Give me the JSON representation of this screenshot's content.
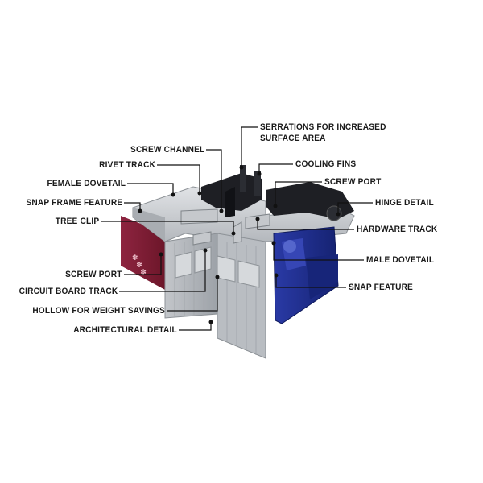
{
  "labels": {
    "serrations_line1": "SERRATIONS FOR INCREASED",
    "serrations_line2": "SURFACE AREA",
    "screw_channel": "SCREW CHANNEL",
    "rivet_track": "RIVET TRACK",
    "cooling_fins": "COOLING FINS",
    "female_dovetail": "FEMALE DOVETAIL",
    "screw_port_right": "SCREW PORT",
    "snap_frame_feature": "SNAP FRAME FEATURE",
    "hinge_detail": "HINGE DETAIL",
    "tree_clip": "TREE CLIP",
    "hardware_track": "HARDWARE TRACK",
    "screw_port_left": "SCREW PORT",
    "male_dovetail": "MALE DOVETAIL",
    "circuit_board_track": "CIRCUIT BOARD TRACK",
    "snap_feature": "SNAP FEATURE",
    "hollow_weight_savings": "HOLLOW FOR WEIGHT SAVINGS",
    "architectural_detail": "ARCHITECTURAL DETAIL"
  },
  "colors": {
    "aluminum": "#c9ccd0",
    "aluminum_dark": "#9fa4aa",
    "black_part": "#1e1f24",
    "blue_part": "#1f2f8f",
    "maroon_part": "#7e1d35",
    "leader": "#111111"
  },
  "icons": [
    "leader-dot",
    "extrusion-illustration"
  ]
}
